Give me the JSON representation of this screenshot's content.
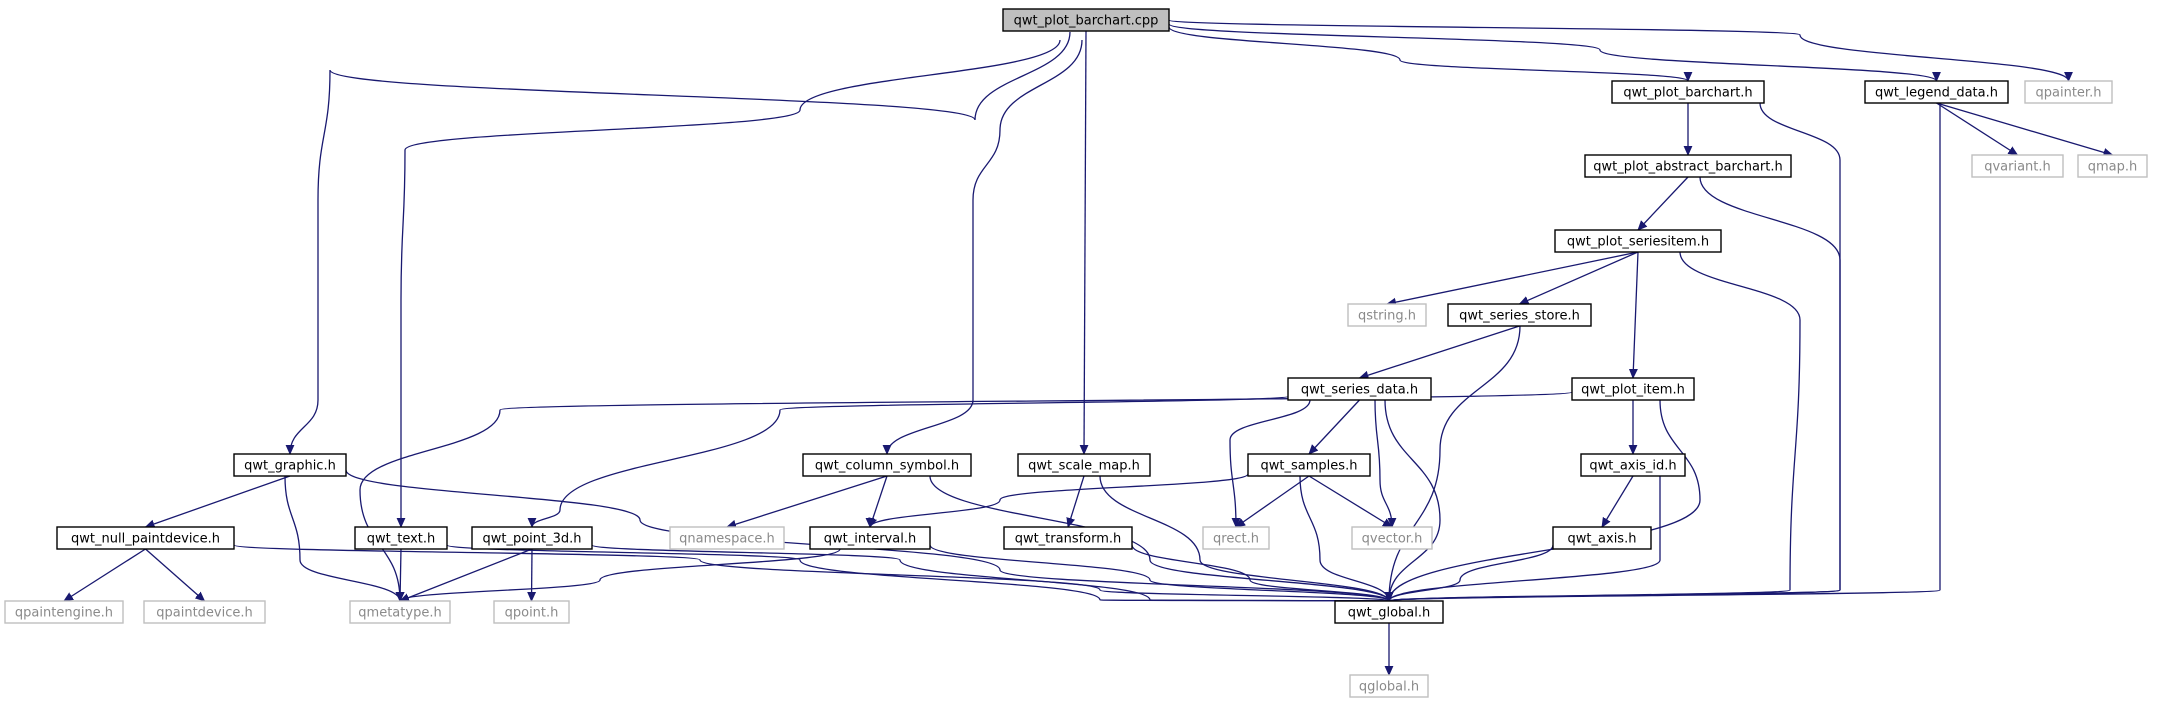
{
  "graph": {
    "colors": {
      "root_fill": "#bfbfbf",
      "node_fill": "#ffffff",
      "project_border": "#000000",
      "external_border": "#bfbfbf",
      "project_text": "#000000",
      "external_text": "#8a8a8a",
      "edge": "#191970"
    },
    "nodes": {
      "root": {
        "label": "qwt_plot_barchart.cpp",
        "kind": "root"
      },
      "graphic": {
        "label": "qwt_graphic.h",
        "kind": "project"
      },
      "text": {
        "label": "qwt_text.h",
        "kind": "project"
      },
      "colsym": {
        "label": "qwt_column_symbol.h",
        "kind": "project"
      },
      "scalemap": {
        "label": "qwt_scale_map.h",
        "kind": "project"
      },
      "barchart_h": {
        "label": "qwt_plot_barchart.h",
        "kind": "project"
      },
      "legend": {
        "label": "qwt_legend_data.h",
        "kind": "project"
      },
      "qpainter": {
        "label": "qpainter.h",
        "kind": "external"
      },
      "abstract": {
        "label": "qwt_plot_abstract_barchart.h",
        "kind": "project"
      },
      "qvariant": {
        "label": "qvariant.h",
        "kind": "external"
      },
      "qmap": {
        "label": "qmap.h",
        "kind": "external"
      },
      "seriesitem": {
        "label": "qwt_plot_seriesitem.h",
        "kind": "project"
      },
      "qstring": {
        "label": "qstring.h",
        "kind": "external"
      },
      "store": {
        "label": "qwt_series_store.h",
        "kind": "project"
      },
      "seriesdata": {
        "label": "qwt_series_data.h",
        "kind": "project"
      },
      "plotitem": {
        "label": "qwt_plot_item.h",
        "kind": "project"
      },
      "samples": {
        "label": "qwt_samples.h",
        "kind": "project"
      },
      "axisid": {
        "label": "qwt_axis_id.h",
        "kind": "project"
      },
      "nullpd": {
        "label": "qwt_null_paintdevice.h",
        "kind": "project"
      },
      "point3d": {
        "label": "qwt_point_3d.h",
        "kind": "project"
      },
      "qnamespace": {
        "label": "qnamespace.h",
        "kind": "external"
      },
      "interval": {
        "label": "qwt_interval.h",
        "kind": "project"
      },
      "transform": {
        "label": "qwt_transform.h",
        "kind": "project"
      },
      "qrect": {
        "label": "qrect.h",
        "kind": "external"
      },
      "qvector": {
        "label": "qvector.h",
        "kind": "external"
      },
      "axis": {
        "label": "qwt_axis.h",
        "kind": "project"
      },
      "qpaintengine": {
        "label": "qpaintengine.h",
        "kind": "external"
      },
      "qpaintdevice": {
        "label": "qpaintdevice.h",
        "kind": "external"
      },
      "qmetatype": {
        "label": "qmetatype.h",
        "kind": "external"
      },
      "qpoint": {
        "label": "qpoint.h",
        "kind": "external"
      },
      "global": {
        "label": "qwt_global.h",
        "kind": "project"
      },
      "qglobal": {
        "label": "qglobal.h",
        "kind": "external"
      }
    },
    "edges": [
      [
        "root",
        "graphic"
      ],
      [
        "root",
        "text"
      ],
      [
        "root",
        "colsym"
      ],
      [
        "root",
        "scalemap"
      ],
      [
        "root",
        "barchart_h"
      ],
      [
        "root",
        "legend"
      ],
      [
        "root",
        "qpainter"
      ],
      [
        "barchart_h",
        "abstract"
      ],
      [
        "barchart_h",
        "global"
      ],
      [
        "legend",
        "qvariant"
      ],
      [
        "legend",
        "qmap"
      ],
      [
        "legend",
        "global"
      ],
      [
        "abstract",
        "seriesitem"
      ],
      [
        "abstract",
        "global"
      ],
      [
        "seriesitem",
        "qstring"
      ],
      [
        "seriesitem",
        "store"
      ],
      [
        "seriesitem",
        "plotitem"
      ],
      [
        "seriesitem",
        "global"
      ],
      [
        "store",
        "seriesdata"
      ],
      [
        "store",
        "global"
      ],
      [
        "seriesdata",
        "point3d"
      ],
      [
        "seriesdata",
        "qrect"
      ],
      [
        "seriesdata",
        "samples"
      ],
      [
        "seriesdata",
        "qvector"
      ],
      [
        "seriesdata",
        "global"
      ],
      [
        "plotitem",
        "qmetatype"
      ],
      [
        "plotitem",
        "axisid"
      ],
      [
        "plotitem",
        "global"
      ],
      [
        "axisid",
        "axis"
      ],
      [
        "axisid",
        "global"
      ],
      [
        "axis",
        "global"
      ],
      [
        "samples",
        "interval"
      ],
      [
        "samples",
        "qrect"
      ],
      [
        "samples",
        "qvector"
      ],
      [
        "samples",
        "global"
      ],
      [
        "graphic",
        "nullpd"
      ],
      [
        "graphic",
        "qmetatype"
      ],
      [
        "graphic",
        "global"
      ],
      [
        "nullpd",
        "qpaintengine"
      ],
      [
        "nullpd",
        "qpaintdevice"
      ],
      [
        "nullpd",
        "global"
      ],
      [
        "text",
        "qmetatype"
      ],
      [
        "text",
        "global"
      ],
      [
        "colsym",
        "qnamespace"
      ],
      [
        "colsym",
        "interval"
      ],
      [
        "colsym",
        "global"
      ],
      [
        "interval",
        "qmetatype"
      ],
      [
        "interval",
        "global"
      ],
      [
        "scalemap",
        "transform"
      ],
      [
        "scalemap",
        "global"
      ],
      [
        "transform",
        "global"
      ],
      [
        "point3d",
        "qmetatype"
      ],
      [
        "point3d",
        "qpoint"
      ],
      [
        "point3d",
        "global"
      ],
      [
        "global",
        "qglobal"
      ]
    ]
  }
}
